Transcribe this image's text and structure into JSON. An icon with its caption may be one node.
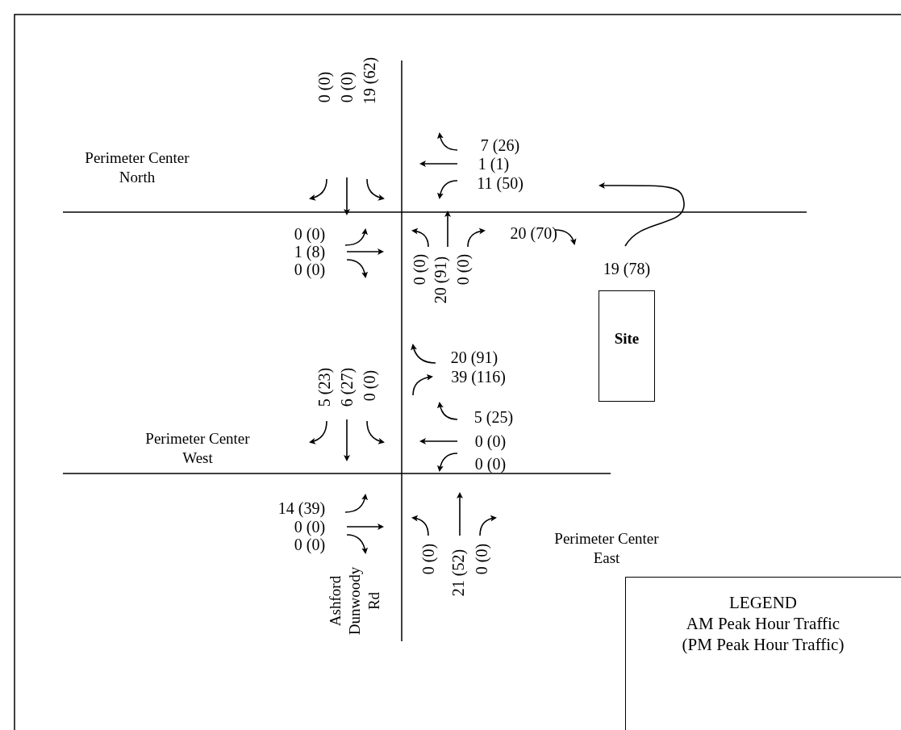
{
  "diagram": {
    "nodes": [
      {
        "text": [
          "Site"
        ],
        "beside": [
          "19 (78)"
        ]
      },
      {
        "text": [
          "LEGEND",
          "AM Peak Hour Traffic",
          "(PM Peak Hour Traffic)"
        ]
      }
    ],
    "labels": [
      "0 (0)",
      "0 (0)",
      "19 (62)",
      "7 (26)",
      "1 (1)",
      "11 (50)",
      "Perimeter Center North",
      "0 (0)",
      "20 (70)",
      "1 (8)",
      "0 (0)",
      "0 (0)",
      "20 (91)",
      "0 (0)",
      "20 (91)",
      "39 (116)",
      "5 (23)",
      "6 (27)",
      "0 (0)",
      "5 (25)",
      "0 (0)",
      "0 (0)",
      "Perimeter Center West",
      "14 (39)",
      "0 (0)",
      "0 (0)",
      "0 (0)",
      "21 (52)",
      "0 (0)",
      "Perimeter Center East",
      "Ashford Dunwoody Rd"
    ]
  }
}
